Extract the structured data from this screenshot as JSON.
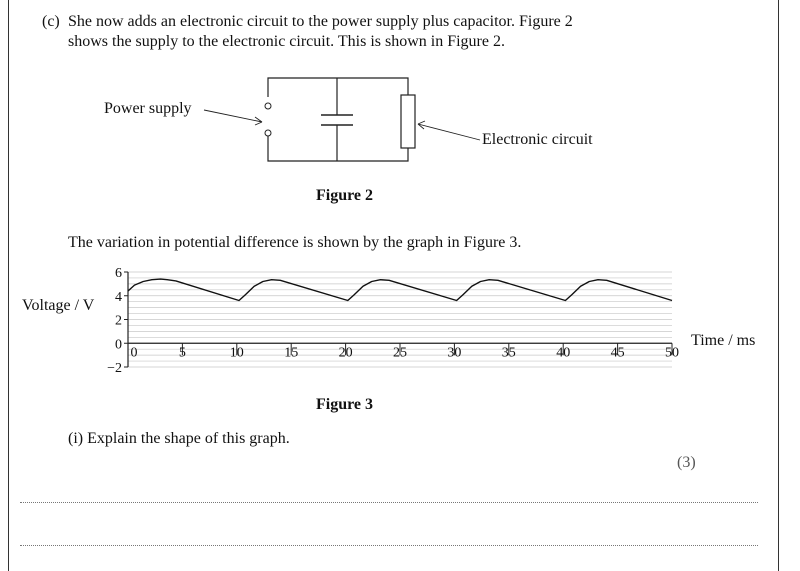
{
  "question": {
    "part_label": "(c)",
    "intro_line1": "She now adds an electronic circuit to the power supply plus capacitor.  Figure 2",
    "intro_line2": "shows the supply to the electronic circuit.  This is shown in Figure 2.",
    "figure2": {
      "label_power_supply": "Power supply",
      "label_electronic_circuit": "Electronic circuit",
      "caption": "Figure 2"
    },
    "graph_intro": "The variation in potential difference is shown by the graph in Figure 3.",
    "figure3_caption": "Figure 3",
    "sub_question": "(i) Explain the shape of this graph.",
    "marks": "(3)"
  },
  "chart_data": {
    "type": "line",
    "xlabel": "Time / ms",
    "ylabel": "Voltage / V",
    "xlim": [
      0,
      50
    ],
    "ylim": [
      -2,
      6
    ],
    "x_ticks": [
      0,
      5,
      10,
      15,
      20,
      25,
      30,
      35,
      40,
      45,
      50
    ],
    "x_tick_labels": [
      "0",
      "5",
      "10",
      "15",
      "20",
      "25",
      "30",
      "35",
      "40",
      "45",
      "50"
    ],
    "y_ticks": [
      6,
      4,
      2,
      0,
      -2
    ],
    "y_tick_labels": [
      "6",
      "4",
      "2",
      "0",
      "−2"
    ],
    "grid": true,
    "series": [
      {
        "x": [
          0,
          0.6,
          1.4,
          2.2,
          3.0,
          3.6,
          4.4,
          10.2,
          10.8,
          11.6,
          12.4,
          13.2,
          14.0,
          20.2,
          20.8,
          21.6,
          22.4,
          23.2,
          24.0,
          30.2,
          30.8,
          31.6,
          32.4,
          33.2,
          34.0,
          40.2,
          40.8,
          41.6,
          42.4,
          43.2,
          44.0,
          50.0
        ],
        "y": [
          4.4,
          4.9,
          5.2,
          5.35,
          5.4,
          5.35,
          5.25,
          3.6,
          4.1,
          4.8,
          5.2,
          5.35,
          5.3,
          3.6,
          4.1,
          4.8,
          5.2,
          5.35,
          5.3,
          3.6,
          4.1,
          4.8,
          5.2,
          5.35,
          5.3,
          3.6,
          4.1,
          4.8,
          5.2,
          5.35,
          5.3,
          3.6
        ]
      }
    ]
  }
}
